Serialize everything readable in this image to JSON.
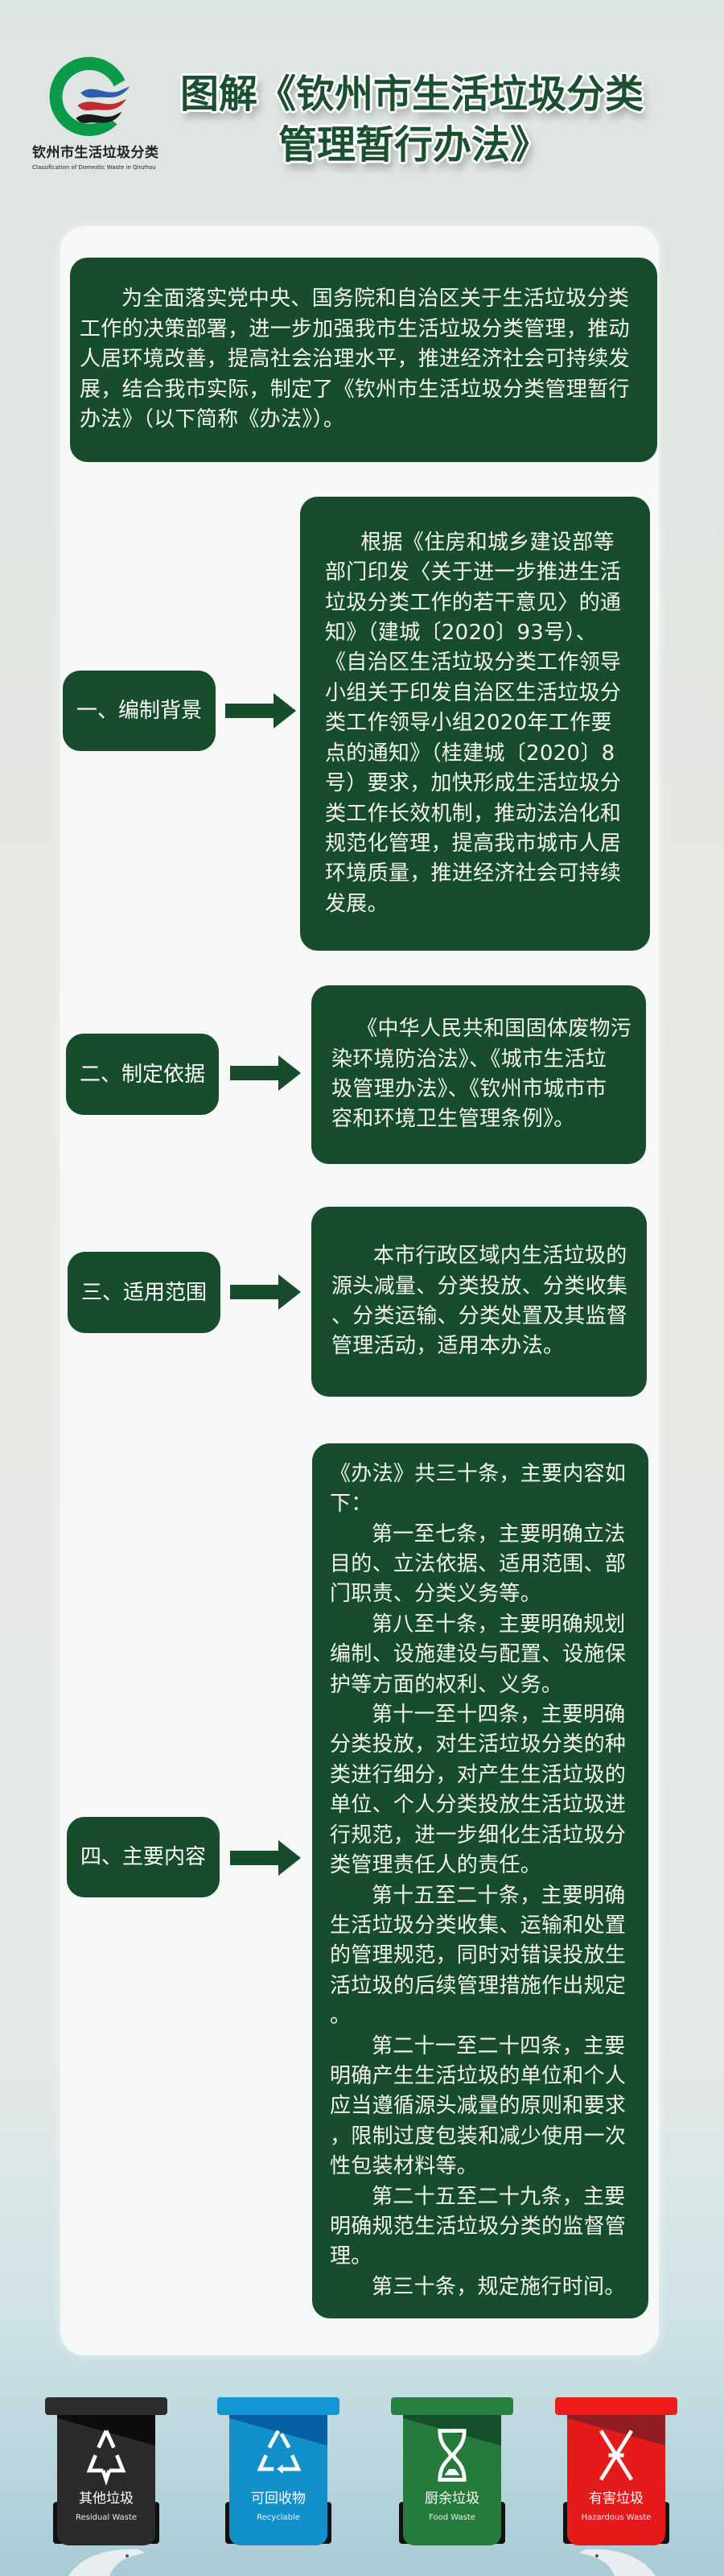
{
  "logo": {
    "name_cn": "钦州市生活垃圾分类",
    "name_en": "Classification of Domestic Waste in Qinzhou"
  },
  "title": {
    "line1": "图解《钦州市生活垃圾分类",
    "line2": "管理暂行办法》"
  },
  "intro": {
    "paragraphs": [
      [
        "为全面落实党中央、国务院和自治区关于生活垃圾分类",
        "工作的决策部署，进一步加强我市生活垃圾分类管理，推动",
        "人居环境改善，提高社会治理水平，推进经济社会可持续发",
        "展，结合我市实际，制定了《钦州市生活垃圾分类管理暂行",
        "办法》（以下简称《办法》）。"
      ]
    ]
  },
  "sections": [
    {
      "label": "一、编制背景",
      "paragraphs": [
        [
          "根据《住房和城乡建设部等",
          "部门印发〈关于进一步推进生活",
          "垃圾分类工作的若干意见〉的通",
          "知》（建城〔2020〕93号）、",
          "《自治区生活垃圾分类工作领导",
          "小组关于印发自治区生活垃圾分",
          "类工作领导小组2020年工作要",
          "点的通知》（桂建城〔2020〕8",
          "号）要求，加快形成生活垃圾分",
          "类工作长效机制，推动法治化和",
          "规范化管理，提高我市城市人居",
          "环境质量，推进经济社会可持续",
          "发展。"
        ]
      ]
    },
    {
      "label": "二、制定依据",
      "paragraphs": [
        [
          "《中华人民共和国固体废物污",
          "染环境防治法》、《城市生活垃",
          "圾管理办法》、《钦州市城市市",
          "容和环境卫生管理条例》。"
        ]
      ]
    },
    {
      "label": "三、适用范围",
      "paragraphs": [
        [
          "本市行政区域内生活垃圾的",
          "源头减量、分类投放、分类收集",
          "、分类运输、分类处置及其监督",
          "管理活动，适用本办法。"
        ]
      ]
    },
    {
      "label": "四、主要内容",
      "paragraphs": [
        [
          "《办法》共三十条，主要内容如",
          "下："
        ],
        [
          "第一至七条，主要明确立法",
          "目的、立法依据、适用范围、部",
          "门职责、分类义务等。"
        ],
        [
          "第八至十条，主要明确规划",
          "编制、设施建设与配置、设施保",
          "护等方面的权利、义务。"
        ],
        [
          "第十一至十四条，主要明确",
          "分类投放，对生活垃圾分类的种",
          "类进行细分，对产生生活垃圾的",
          "单位、个人分类投放生活垃圾进",
          "行规范，进一步细化生活垃圾分",
          "类管理责任人的责任。"
        ],
        [
          "第十五至二十条，主要明确",
          "生活垃圾分类收集、运输和处置",
          "的管理规范，同时对错误投放生",
          "活垃圾的后续管理措施作出规定",
          "。"
        ],
        [
          "第二十一至二十四条，主要",
          "明确产生生活垃圾的单位和个人",
          "应当遵循源头减量的原则和要求",
          "，限制过度包装和减少使用一次",
          "性包装材料等。"
        ],
        [
          "第二十五至二十九条，主要",
          "明确规范生活垃圾分类的监督管",
          "理。"
        ],
        [
          "第三十条，规定施行时间。"
        ]
      ]
    }
  ],
  "bins": [
    {
      "label_cn": "其他垃圾",
      "label_en": "Residual Waste",
      "color": "#2b2b2b",
      "dark": "#0d0d0d",
      "icon": "residual-waste-icon"
    },
    {
      "label_cn": "可回收物",
      "label_en": "Recyclable",
      "color": "#1190c9",
      "dark": "#065fa2",
      "icon": "recycle-icon"
    },
    {
      "label_cn": "厨余垃圾",
      "label_en": "Food Waste",
      "color": "#257b3b",
      "dark": "#15502a",
      "icon": "hourglass-icon"
    },
    {
      "label_cn": "有害垃圾",
      "label_en": "Hazardous Waste",
      "color": "#e41a1b",
      "dark": "#911c22",
      "icon": "hazardous-icon"
    }
  ],
  "colors": {
    "dark_green": "#174d2c",
    "title_green": "#1a5030",
    "logo_green": "#0a9a4a"
  }
}
